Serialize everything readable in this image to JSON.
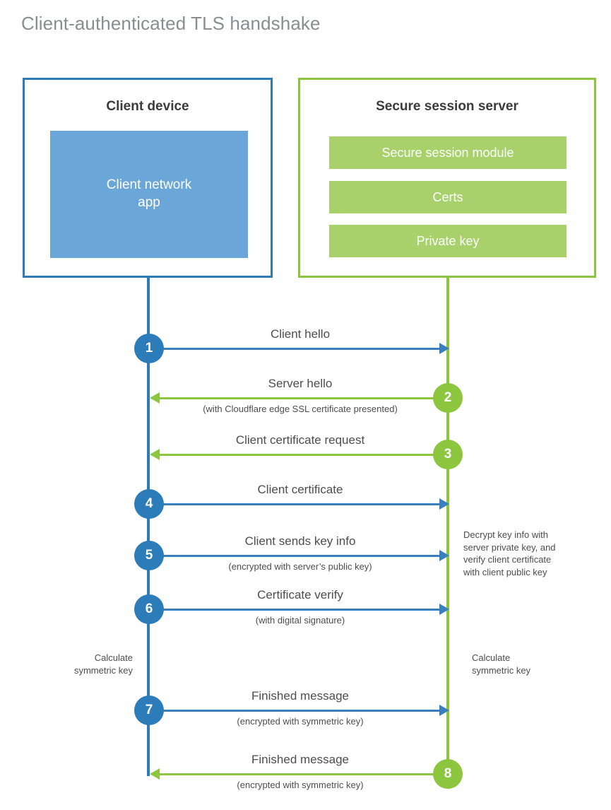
{
  "page_title": "Client-authenticated TLS handshake",
  "colors": {
    "client_border": "#2b7cb9",
    "client_fill": "#6aa7d8",
    "server_border": "#8cc63e",
    "server_fill": "#a9d16b",
    "title_text": "#8a8d8f",
    "body_text": "#4d4d4d"
  },
  "client": {
    "title": "Client device",
    "app_label": "Client network\napp"
  },
  "server": {
    "title": "Secure session server",
    "blocks": [
      {
        "label": "Secure session module"
      },
      {
        "label": "Certs"
      },
      {
        "label": "Private key"
      }
    ]
  },
  "messages": [
    {
      "number": "1",
      "label": "Client hello",
      "sub": "",
      "direction": "right",
      "origin": "client"
    },
    {
      "number": "2",
      "label": "Server hello",
      "sub": "(with Cloudflare edge SSL certificate presented)",
      "direction": "left",
      "origin": "server"
    },
    {
      "number": "3",
      "label": "Client certificate request",
      "sub": "",
      "direction": "left",
      "origin": "server"
    },
    {
      "number": "4",
      "label": "Client certificate",
      "sub": "",
      "direction": "right",
      "origin": "client"
    },
    {
      "number": "5",
      "label": "Client sends key info",
      "sub": "(encrypted with server’s public key)",
      "direction": "right",
      "origin": "client"
    },
    {
      "number": "6",
      "label": "Certificate verify",
      "sub": "(with digital signature)",
      "direction": "right",
      "origin": "client"
    },
    {
      "number": "7",
      "label": "Finished message",
      "sub": "(encrypted with symmetric key)",
      "direction": "right",
      "origin": "client"
    },
    {
      "number": "8",
      "label": "Finished message",
      "sub": "(encrypted with symmetric key)",
      "direction": "left",
      "origin": "server"
    }
  ],
  "annotations": {
    "server_decrypt": "Decrypt key info with\nserver private key, and\nverify client certificate\nwith client public key",
    "client_symmetric_key": "Calculate\nsymmetric key",
    "server_symmetric_key": "Calculate\nsymmetric key"
  }
}
